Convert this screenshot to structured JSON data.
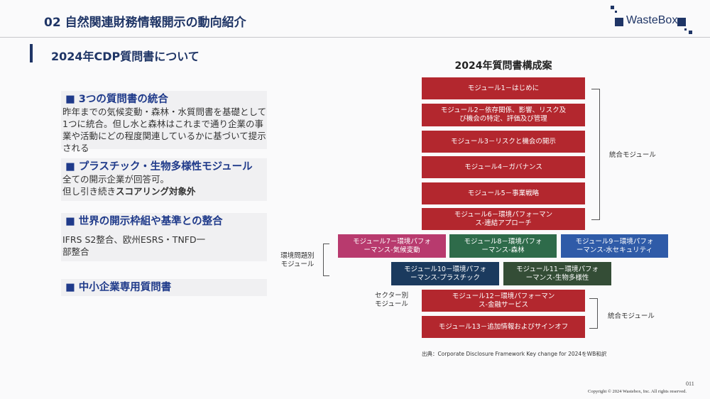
{
  "header": {
    "title": "02 自然関連財務情報開示の動向紹介",
    "logo": "WasteBox"
  },
  "subtitle": "2024年CDP質問書について",
  "sections": [
    {
      "heading": "■  3つの質問書の統合",
      "body": "昨年までの気候変動・森林・水質問書を基礎として1つに統合。但し水と森林はこれまで通り企業の事業や活動にどの程度関連しているかに基づいて提示される"
    },
    {
      "heading": "■  プラスチック・生物多様性モジュール",
      "body1": "全ての開示企業が回答可。",
      "body2_prefix": "但し引き続き",
      "body2_bold": "スコアリング対象外"
    },
    {
      "heading": "■  世界の開示枠組や基準との整合",
      "body": "IFRS S2整合、欧州ESRS・TNFD一部整合"
    },
    {
      "heading": "■  中小企業専用質問書"
    }
  ],
  "diagram": {
    "title": "2024年質問書構成案",
    "modules": [
      "モジュール1－はじめに",
      "モジュール2－依存関係、影響、リスク及び機会の特定、評価及び管理",
      "モジュール3－リスクと機会の開示",
      "モジュール4－ガバナンス",
      "モジュール5－事業戦略",
      "モジュール6－環境パフォーマンス-連結アプローチ",
      "モジュール7－環境パフォーマンス-気候変動",
      "モジュール8－環境パフォーマンス-森林",
      "モジュール9－環境パフォーマンス-水セキュリティ",
      "モジュール10－環境パフォーマンス-プラスチック",
      "モジュール11－環境パフォーマンス-生物多様性",
      "モジュール12－環境パフォーマンス-金融サービス",
      "モジュール13－追加情報およびサインオフ"
    ],
    "labels": {
      "integrated": "統合モジュール",
      "env": "環境問題別モジュール",
      "sector": "セクター別モジュール"
    },
    "colors": {
      "red": "#b3272e",
      "climate": "#b83a6e",
      "forest": "#2e6b4a",
      "water": "#2f5ba8",
      "plastic": "#1b3a5e",
      "bio": "#344d36"
    }
  },
  "source": "出典：Corporate Disclosure Framework Key change for 2024をWB和訳",
  "page_number": "011",
  "copyright": "Copyright © 2024  Wastebox, Inc. All rights reserved."
}
